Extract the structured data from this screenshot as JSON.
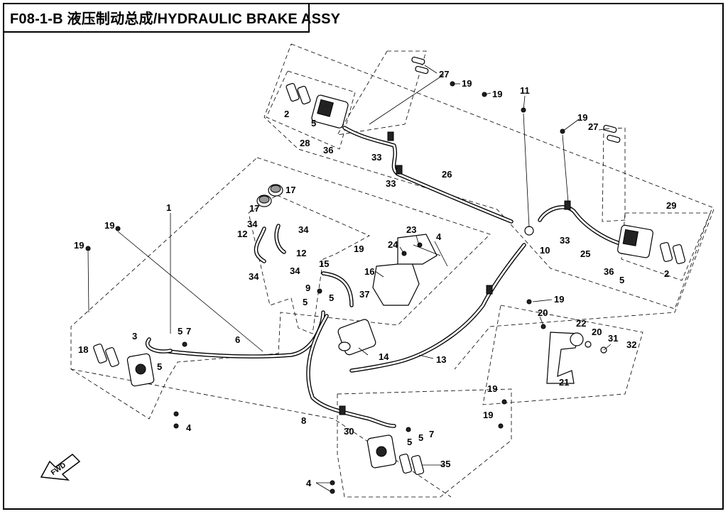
{
  "title": "F08-1-B 液压制动总成/HYDRAULIC BRAKE ASSY",
  "icons": {
    "direction_arrow": "fwd-arrow-icon"
  },
  "direction_label": "FWD",
  "callouts": {
    "c27a": "27",
    "c19a": "19",
    "c19b": "19",
    "c11": "11",
    "c19c": "19",
    "c27b": "27",
    "c2a": "2",
    "c5a": "5",
    "c28": "28",
    "c36a": "36",
    "c33a": "33",
    "c33b": "33",
    "c26": "26",
    "c29": "29",
    "c17a": "17",
    "c17b": "17",
    "c1": "1",
    "c19d": "19",
    "c19e": "19",
    "c34a": "34",
    "c34b": "34",
    "c12a": "12",
    "c12b": "12",
    "c19f": "19",
    "c34c": "34",
    "c34d": "34",
    "c23": "23",
    "c4a": "4",
    "c24": "24",
    "c33c": "33",
    "c10": "10",
    "c25": "25",
    "c36b": "36",
    "c5b": "5",
    "c2b": "2",
    "c15": "15",
    "c16": "16",
    "c9": "9",
    "c37": "37",
    "c5c": "5",
    "c5d": "5",
    "c19g": "19",
    "c20a": "20",
    "c22": "22",
    "c20b": "20",
    "c31": "31",
    "c32": "32",
    "c3": "3",
    "c5e": "5",
    "c7a": "7",
    "c6": "6",
    "c18": "18",
    "c5f": "5",
    "c14": "14",
    "c13": "13",
    "c21": "21",
    "c8": "8",
    "c4b": "4",
    "c19h": "19",
    "c19i": "19",
    "c30": "30",
    "c5g": "5",
    "c5h": "5",
    "c7b": "7",
    "c35": "35",
    "c4c": "4"
  }
}
